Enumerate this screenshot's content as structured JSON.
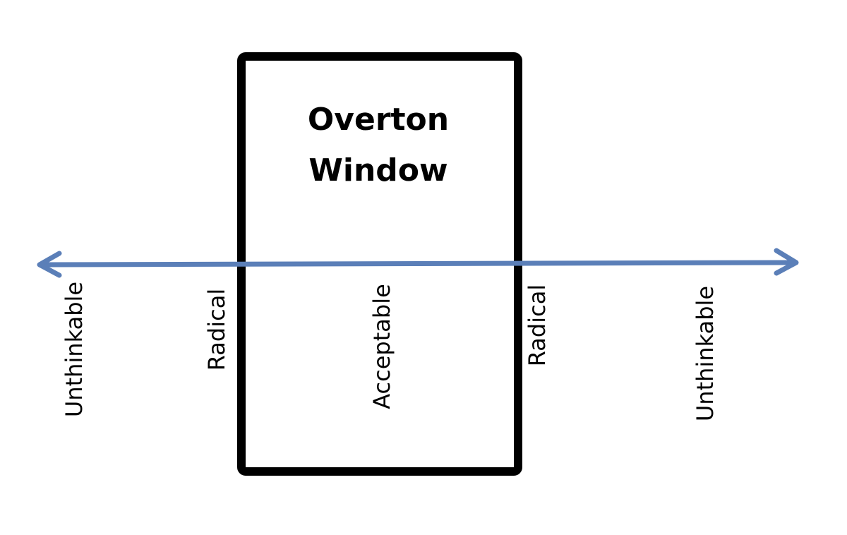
{
  "window": {
    "title_line1": "Overton",
    "title_line2": "Window"
  },
  "labels": {
    "left_unthinkable": "Unthinkable",
    "left_radical": "Radical",
    "acceptable": "Acceptable",
    "right_radical": "Radical",
    "right_unthinkable": "Unthinkable"
  },
  "colors": {
    "axis": "#5b7fb8",
    "window_border": "#000000",
    "text": "#000000"
  },
  "icons": {
    "left_arrow": "arrowhead-left",
    "right_arrow": "arrowhead-right"
  }
}
